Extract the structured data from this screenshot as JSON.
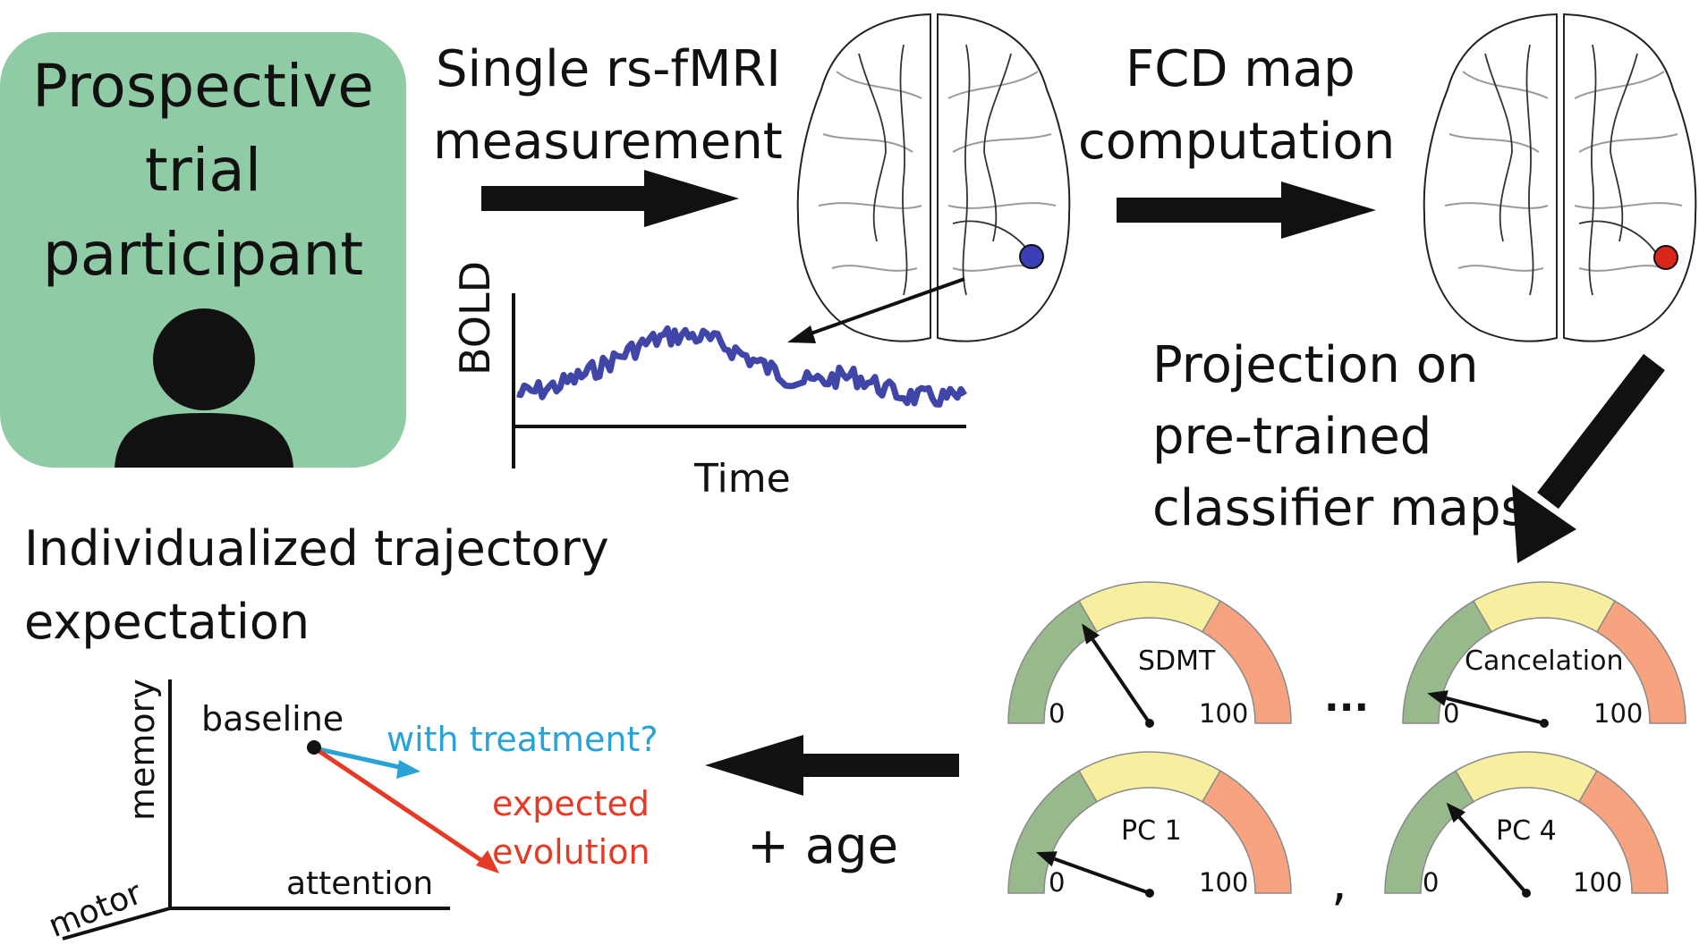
{
  "participant": {
    "title_line1": "Prospective",
    "title_line2": "trial",
    "title_line3": "participant",
    "box_color": "#8fcba4",
    "icon": "person-icon"
  },
  "steps": {
    "measurement_line1": "Single rs-fMRI",
    "measurement_line2": "measurement",
    "fcd_line1": "FCD map",
    "fcd_line2": "computation",
    "projection_line1": "Projection on",
    "projection_line2": "pre-trained",
    "projection_line3": "classifier maps",
    "age": "+ age"
  },
  "bold_plot": {
    "ylabel": "BOLD",
    "xlabel": "Time",
    "line_color": "#3f46a8"
  },
  "brain": {
    "seed_left_color": "#3b3fb5",
    "seed_right_color": "#d9261c"
  },
  "gauges": {
    "min_label": "0",
    "max_label": "100",
    "ellipsis": "...",
    "comma": ",",
    "zone_colors": [
      "#97b98b",
      "#f7ef9f",
      "#f7a37f"
    ],
    "items": [
      {
        "name": "SDMT",
        "value": 0.31
      },
      {
        "name": "Cancelation",
        "value": 0.08
      },
      {
        "name": "PC 1",
        "value": 0.11
      },
      {
        "name": "PC 4",
        "value": 0.27
      }
    ]
  },
  "trajectory": {
    "title_line1": "Individualized trajectory",
    "title_line2": "expectation",
    "axis_memory": "memory",
    "axis_motor": "motor",
    "axis_attention": "attention",
    "baseline": "baseline",
    "treatment": "with treatment?",
    "expected_line1": "expected",
    "expected_line2": "evolution",
    "treatment_color": "#29a3d6",
    "expected_color": "#e53a26"
  }
}
